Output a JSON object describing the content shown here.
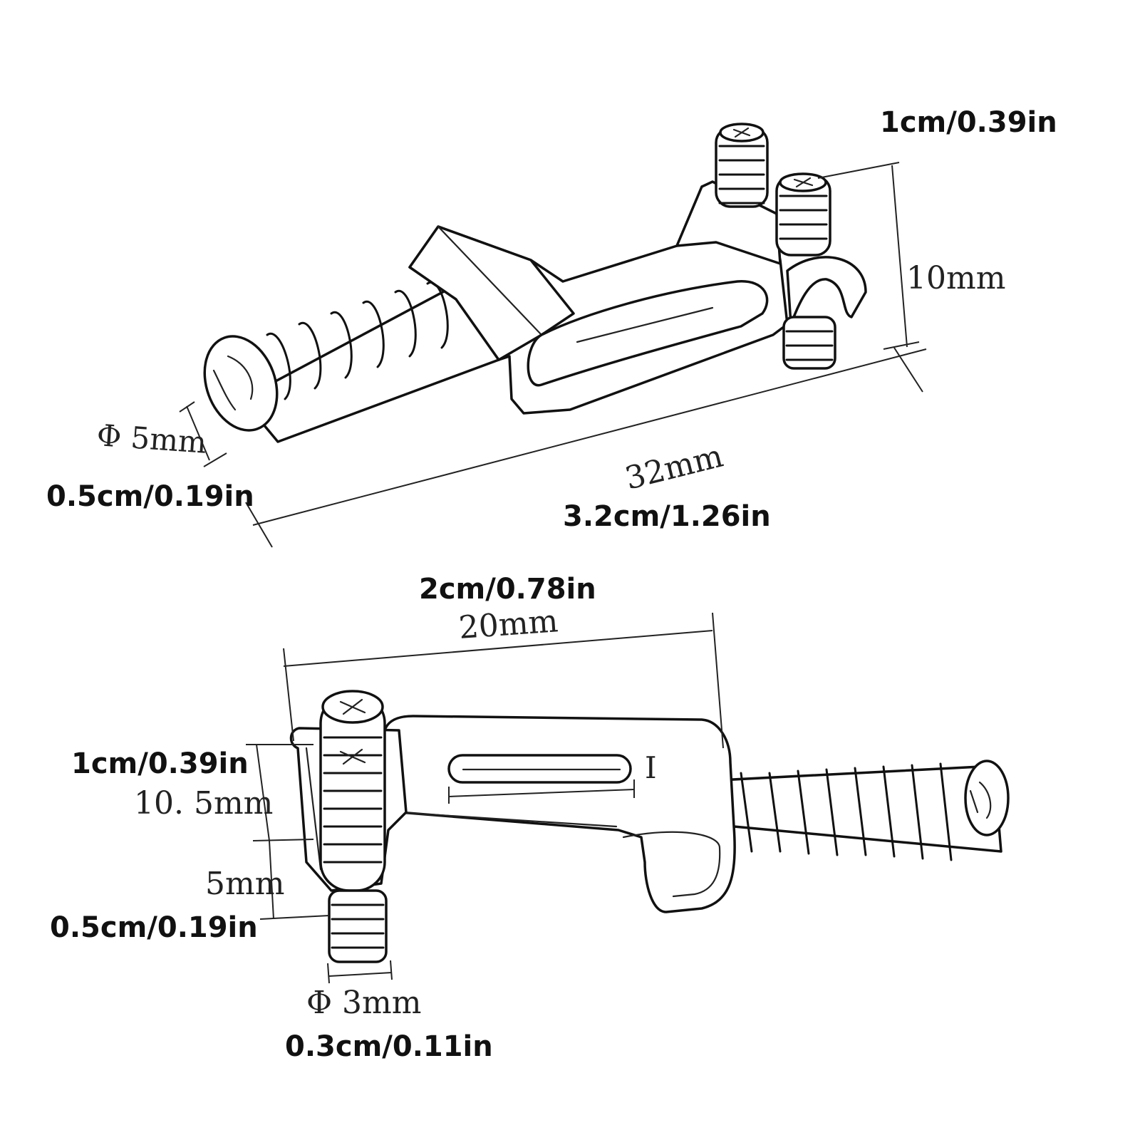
{
  "top_view": {
    "height_imperial": "1cm/0.39in",
    "height_metric": "10mm",
    "screw_diameter_metric": "Φ 5mm",
    "screw_diameter_imperial": "0.5cm/0.19in",
    "length_metric": "32mm",
    "length_imperial": "3.2cm/1.26in"
  },
  "bottom_view": {
    "width_imperial": "2cm/0.78in",
    "width_metric": "20mm",
    "height_imperial": "1cm/0.39in",
    "height_metric": "10. 5mm",
    "thread_length_metric": "5mm",
    "thread_length_imperial": "0.5cm/0.19in",
    "screw_diameter_metric": "Φ 3mm",
    "screw_diameter_imperial": "0.3cm/0.11in",
    "slot_marker": "I"
  }
}
